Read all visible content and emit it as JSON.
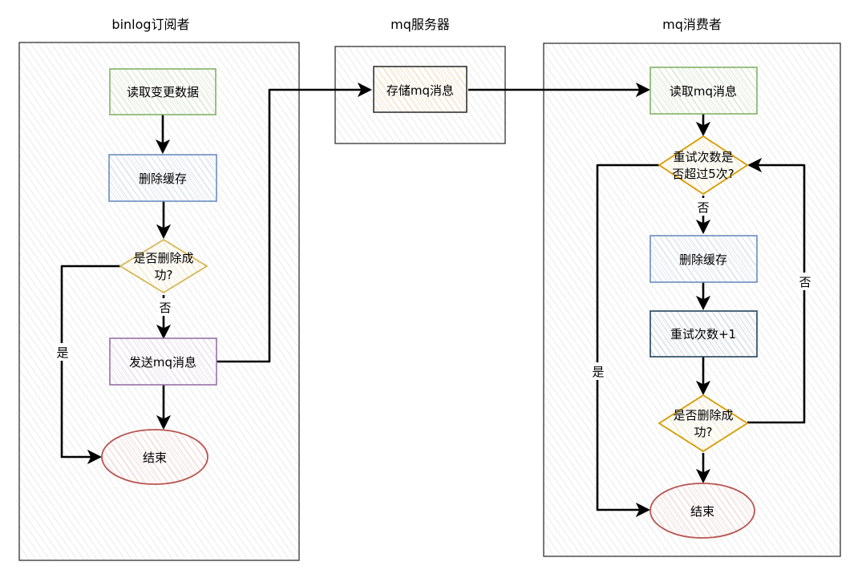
{
  "lanes": {
    "subscriber": {
      "title": "binlog订阅者"
    },
    "server": {
      "title": "mq服务器"
    },
    "consumer": {
      "title": "mq消费者"
    }
  },
  "nodes": {
    "read_change": "读取变更数据",
    "delete_cache_1": "删除缓存",
    "check_delete_1_line1": "是否删除成",
    "check_delete_1_line2": "功?",
    "send_mq": "发送mq消息",
    "end_1": "结束",
    "store_mq": "存储mq消息",
    "read_mq": "读取mq消息",
    "check_retry_line1": "重试次数是",
    "check_retry_line2": "否超过5次?",
    "delete_cache_2": "删除缓存",
    "retry_inc": "重试次数+1",
    "check_delete_2_line1": "是否删除成",
    "check_delete_2_line2": "功?",
    "end_2": "结束"
  },
  "edges": {
    "no_1": "否",
    "yes_1": "是",
    "no_2": "否",
    "yes_2": "是",
    "no_3": "否"
  },
  "colors": {
    "green_stroke": "#82b366",
    "blue_stroke": "#6c8ebf",
    "yellow_stroke": "#d6b656",
    "purple_stroke": "#9673a6",
    "red_stroke": "#b85450",
    "orange_stroke": "#d79b00",
    "dark_stroke": "#23445d"
  }
}
